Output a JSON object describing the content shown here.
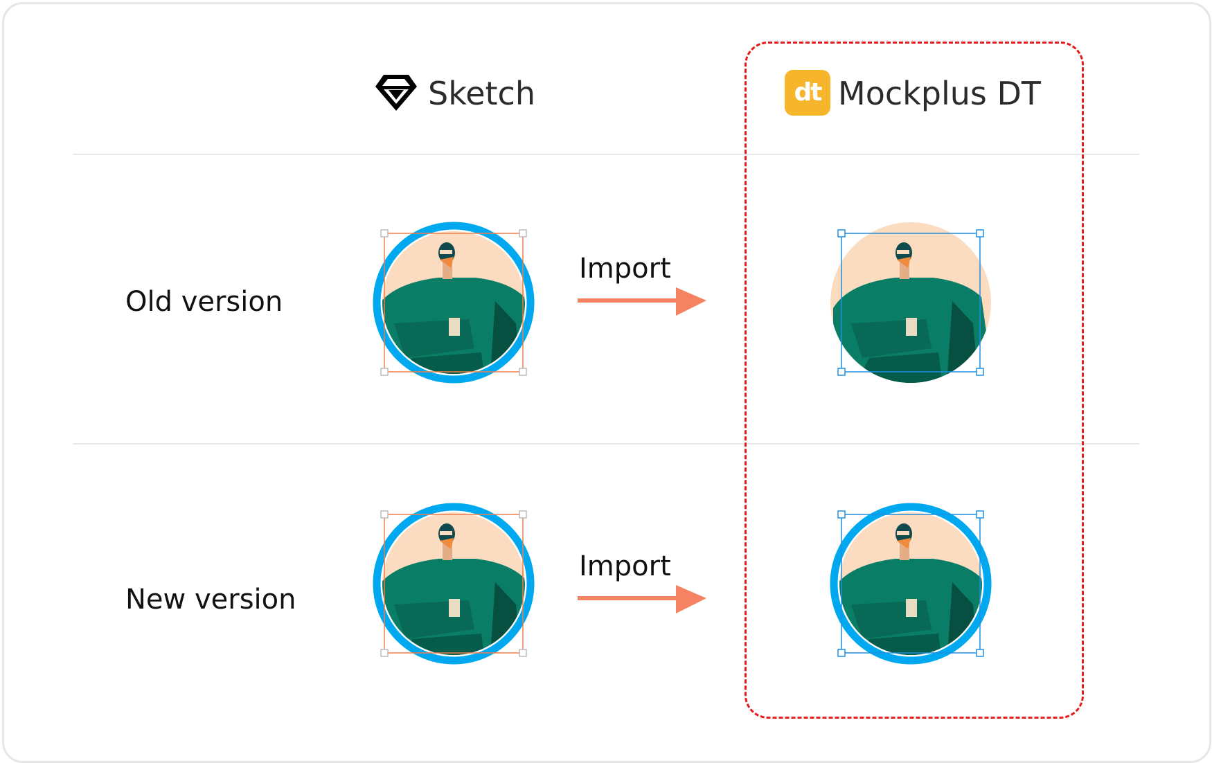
{
  "headers": {
    "sketch": {
      "label": "Sketch",
      "icon": "sketch-diamond-icon"
    },
    "mockplus": {
      "label": "Mockplus DT",
      "icon": "mockplus-dt-logo",
      "logo_text": "dt"
    }
  },
  "rows": [
    {
      "label": "Old version",
      "import_label": "Import"
    },
    {
      "label": "New version",
      "import_label": "Import"
    }
  ],
  "colors": {
    "ring": "#00a8f0",
    "sketch_selection": "#f07d4a",
    "dt_selection": "#1e8fe0",
    "arrow": "#f58363",
    "highlight_border": "#e81919",
    "skin_bg": "#fbdcc0",
    "shirt": "#0a7d66",
    "mockplus_logo": "#f7b52c"
  }
}
